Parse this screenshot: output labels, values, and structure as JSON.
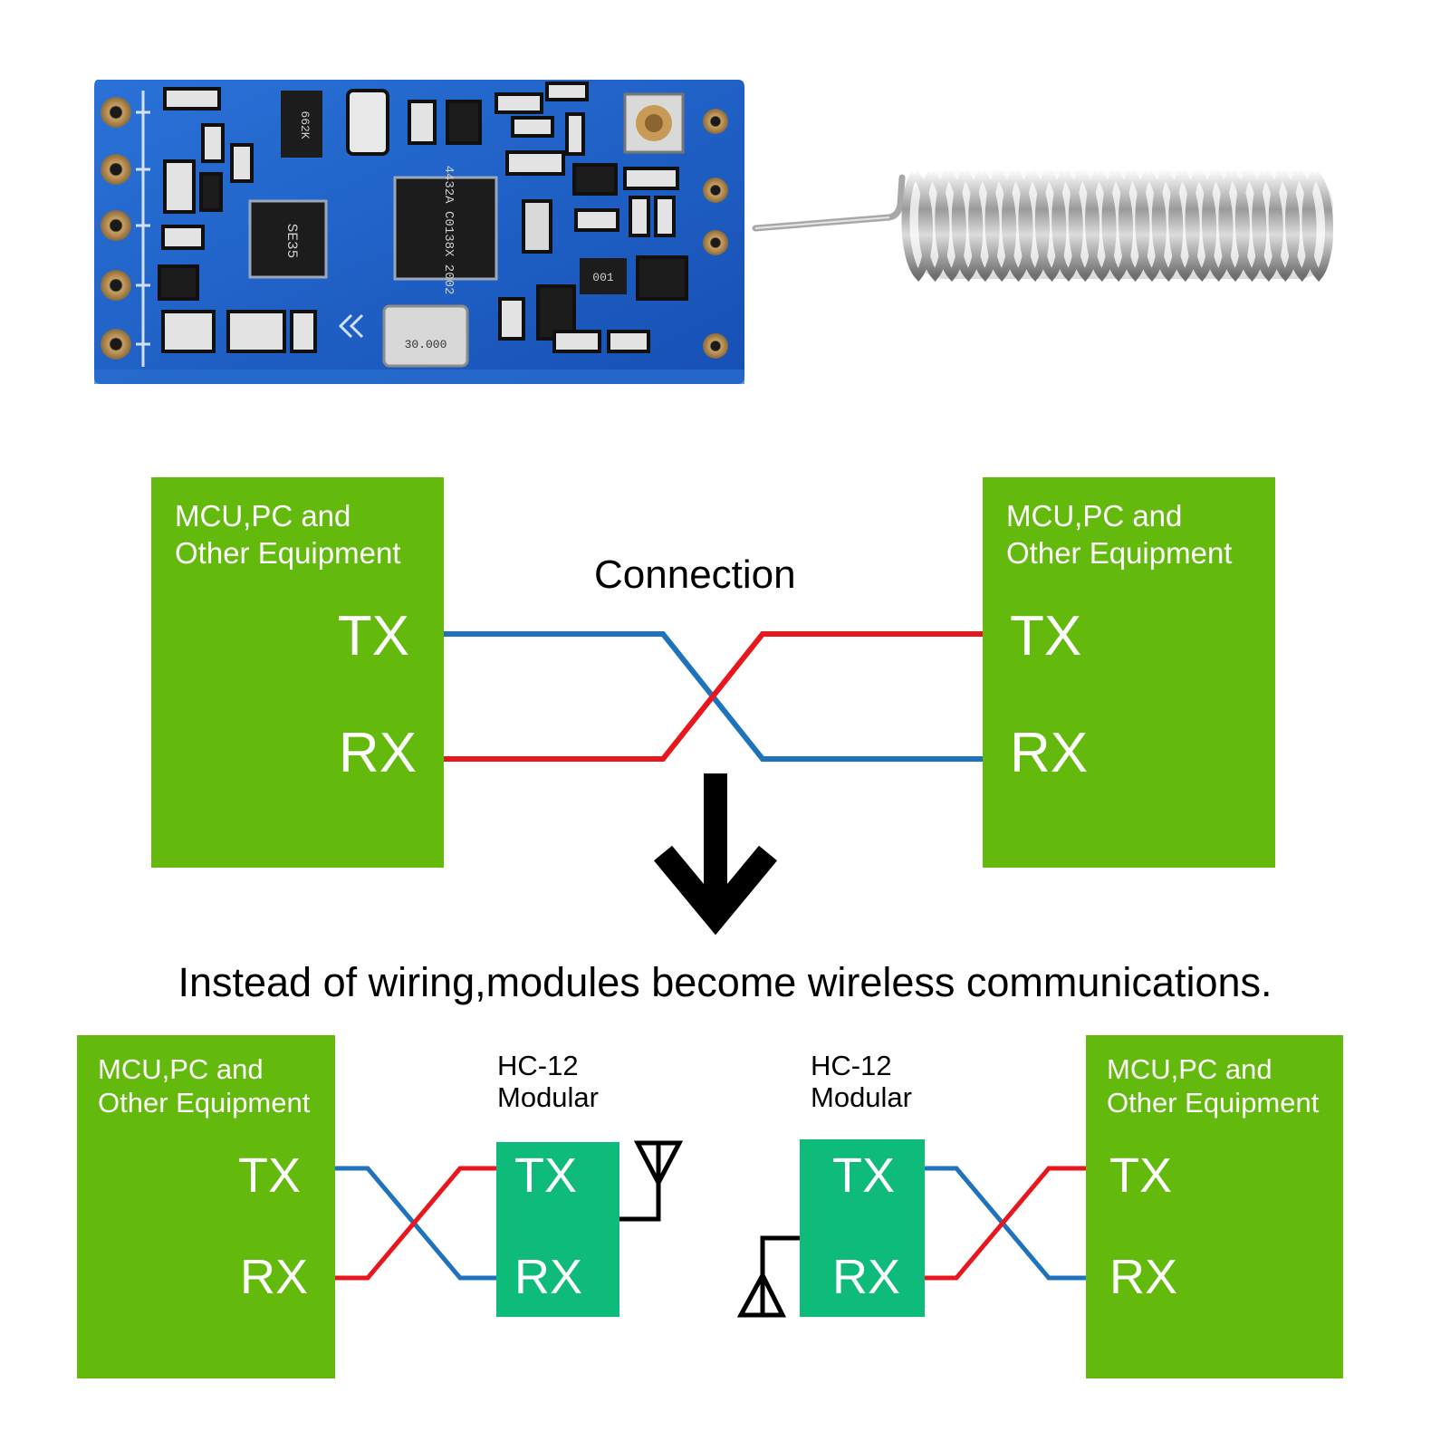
{
  "top_diagram": {
    "title": "Connection",
    "left_box": {
      "line1": "MCU,PC and",
      "line2": "Other Equipment",
      "tx": "TX",
      "rx": "RX"
    },
    "right_box": {
      "line1": "MCU,PC and",
      "line2": "Other Equipment",
      "tx": "TX",
      "rx": "RX"
    }
  },
  "caption": "Instead of wiring,modules become wireless communications.",
  "bottom_diagram": {
    "left_box": {
      "line1": "MCU,PC and",
      "line2": "Other Equipment",
      "tx": "TX",
      "rx": "RX"
    },
    "left_module": {
      "line1": "HC-12",
      "line2": "Modular",
      "tx": "TX",
      "rx": "RX"
    },
    "right_module": {
      "line1": "HC-12",
      "line2": "Modular",
      "tx": "TX",
      "rx": "RX"
    },
    "right_box": {
      "line1": "MCU,PC and",
      "line2": "Other Equipment",
      "tx": "TX",
      "rx": "RX"
    }
  },
  "photo": {
    "chip_marks": [
      "662K",
      "SE35",
      "4432A C0138X 2002",
      "30.000",
      "001"
    ]
  },
  "colors": {
    "equipment_green": "#63ba0d",
    "module_green": "#0fbb7b",
    "wire_blue": "#1f73bd",
    "wire_red": "#e8171e",
    "pcb_blue": "#1a5fc7"
  }
}
